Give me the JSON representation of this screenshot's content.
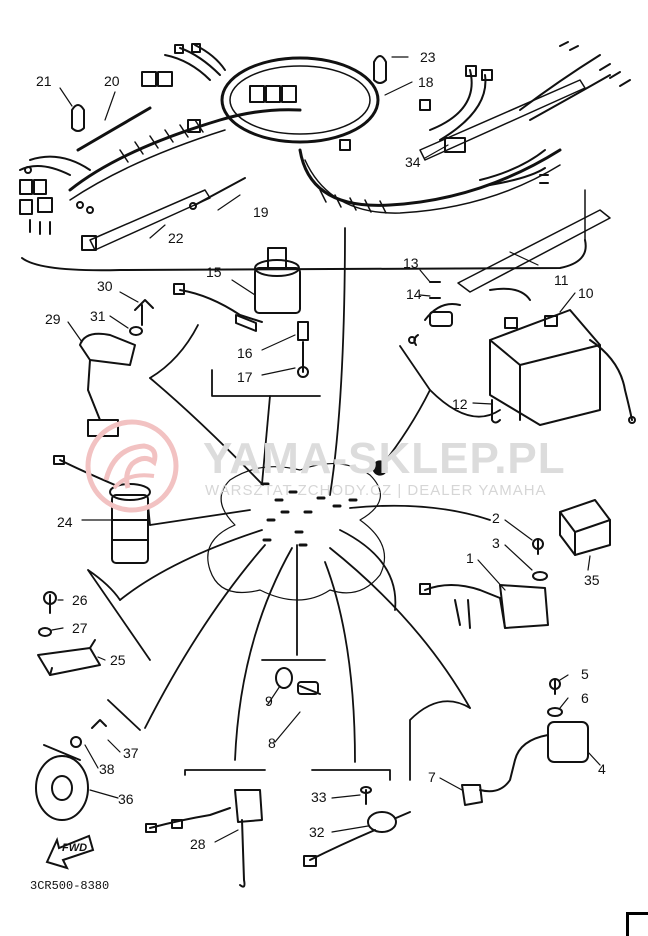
{
  "watermark": {
    "main": "YAMA-SKLEP.PL",
    "sub": "WARSZTAT ZCHODY.CZ | DEALER YAMAHA",
    "color": "#e9a0a0"
  },
  "diagram_code": "3CR500-8380",
  "fwd_label": "FWD",
  "part_labels": [
    {
      "id": "p1",
      "text": "1"
    },
    {
      "id": "p2",
      "text": "2"
    },
    {
      "id": "p3",
      "text": "3"
    },
    {
      "id": "p4",
      "text": "4"
    },
    {
      "id": "p5",
      "text": "5"
    },
    {
      "id": "p6",
      "text": "6"
    },
    {
      "id": "p7",
      "text": "7"
    },
    {
      "id": "p8",
      "text": "8"
    },
    {
      "id": "p9",
      "text": "9"
    },
    {
      "id": "p10",
      "text": "10"
    },
    {
      "id": "p11",
      "text": "11"
    },
    {
      "id": "p12",
      "text": "12"
    },
    {
      "id": "p13",
      "text": "13"
    },
    {
      "id": "p14",
      "text": "14"
    },
    {
      "id": "p15",
      "text": "15"
    },
    {
      "id": "p16",
      "text": "16"
    },
    {
      "id": "p17",
      "text": "17"
    },
    {
      "id": "p18",
      "text": "18"
    },
    {
      "id": "p19",
      "text": "19"
    },
    {
      "id": "p20",
      "text": "20"
    },
    {
      "id": "p21",
      "text": "21"
    },
    {
      "id": "p22",
      "text": "22"
    },
    {
      "id": "p23",
      "text": "23"
    },
    {
      "id": "p24",
      "text": "24"
    },
    {
      "id": "p25",
      "text": "25"
    },
    {
      "id": "p26",
      "text": "26"
    },
    {
      "id": "p27",
      "text": "27"
    },
    {
      "id": "p28",
      "text": "28"
    },
    {
      "id": "p29",
      "text": "29"
    },
    {
      "id": "p30",
      "text": "30"
    },
    {
      "id": "p31",
      "text": "31"
    },
    {
      "id": "p32",
      "text": "32"
    },
    {
      "id": "p33",
      "text": "33"
    },
    {
      "id": "p34",
      "text": "34"
    },
    {
      "id": "p35",
      "text": "35"
    },
    {
      "id": "p36",
      "text": "36"
    },
    {
      "id": "p37",
      "text": "37"
    },
    {
      "id": "p38",
      "text": "38"
    }
  ]
}
